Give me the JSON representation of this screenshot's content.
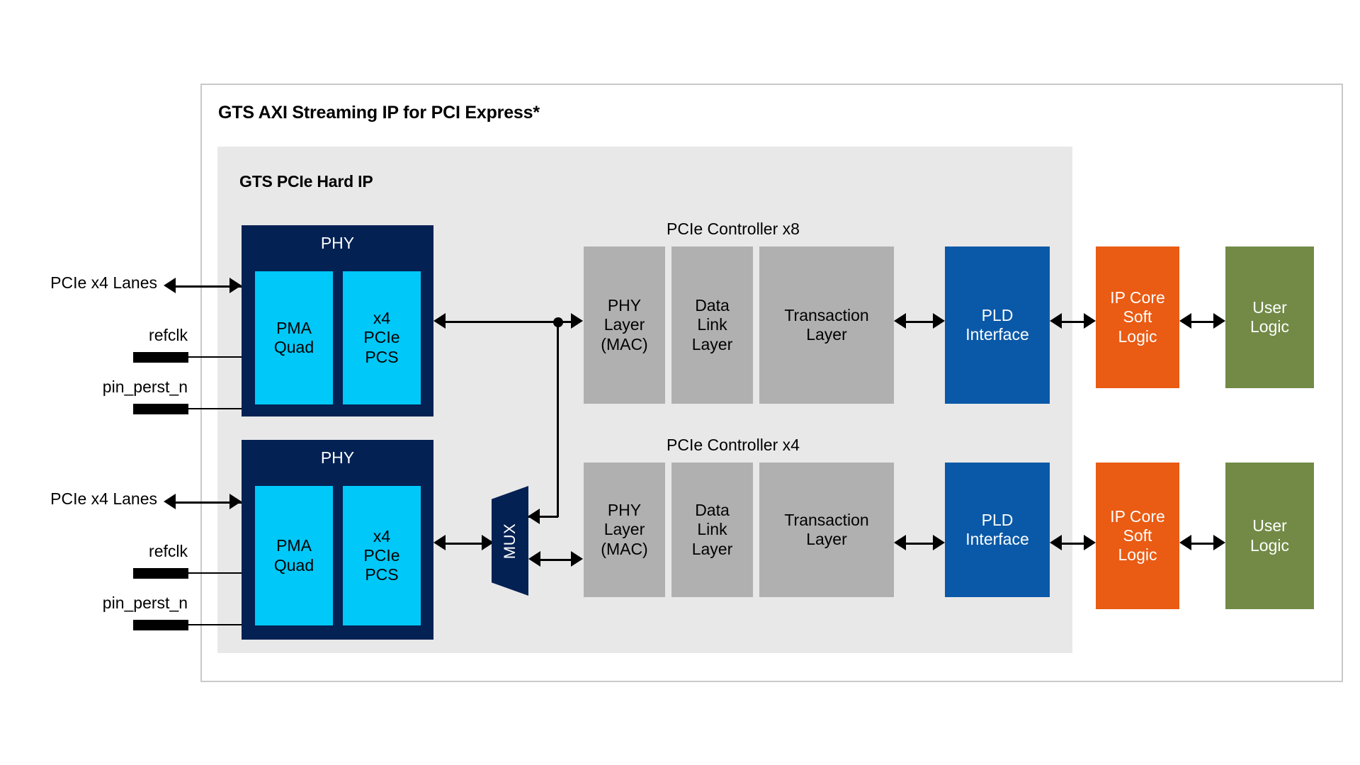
{
  "diagram": {
    "outer_title": "GTS AXI Streaming IP for PCI Express*",
    "inner_title": "GTS PCIe Hard IP"
  },
  "colors": {
    "navy": "#042154",
    "cyan": "#00c8f8",
    "gray": "#b0b0b0",
    "blue": "#0a59a8",
    "orange": "#ea5b13",
    "green": "#728a46",
    "panel": "#e8e8e8",
    "frame_border": "#c9c9c9",
    "line": "#000000"
  },
  "phy_blocks": [
    {
      "title": "PHY",
      "left_cell": "PMA\nQuad",
      "right_cell": "x4\nPCIe\nPCS"
    },
    {
      "title": "PHY",
      "left_cell": "PMA\nQuad",
      "right_cell": "x4\nPCIe\nPCS"
    }
  ],
  "signals": {
    "top": [
      {
        "label": "PCIe x4 Lanes",
        "type": "bidirectional-arrow"
      },
      {
        "label": "refclk",
        "type": "port-bar"
      },
      {
        "label": "pin_perst_n",
        "type": "port-bar"
      }
    ],
    "bottom": [
      {
        "label": "PCIe x4 Lanes",
        "type": "bidirectional-arrow"
      },
      {
        "label": "refclk",
        "type": "port-bar"
      },
      {
        "label": "pin_perst_n",
        "type": "port-bar"
      }
    ]
  },
  "controllers": [
    {
      "caption": "PCIe Controller x8",
      "layers": [
        "PHY\nLayer\n(MAC)",
        "Data\nLink\nLayer",
        "Transaction\nLayer"
      ]
    },
    {
      "caption": "PCIe Controller x4",
      "layers": [
        "PHY\nLayer\n(MAC)",
        "Data\nLink\nLayer",
        "Transaction\nLayer"
      ]
    }
  ],
  "mux": {
    "label": "MUX"
  },
  "right_blocks": [
    {
      "pld": "PLD\nInterface",
      "soft_logic": "IP Core\nSoft\nLogic",
      "user_logic": "User\nLogic"
    },
    {
      "pld": "PLD\nInterface",
      "soft_logic": "IP Core\nSoft\nLogic",
      "user_logic": "User\nLogic"
    }
  ]
}
